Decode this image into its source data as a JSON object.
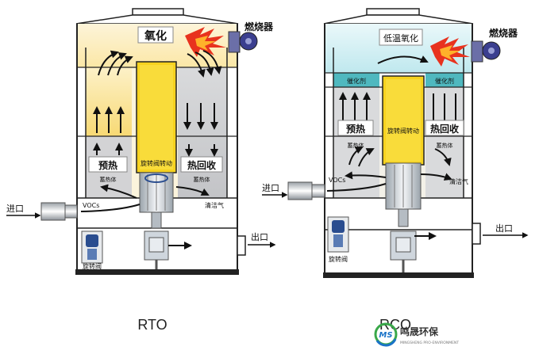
{
  "rto": {
    "caption": "RTO",
    "oxidation": "氧化",
    "burner": "燃烧器",
    "preheat": "预热",
    "heat_recovery": "热回收",
    "rotary_valve_rotation": "旋转阀转动",
    "media_left": "蓄热体",
    "media_right": "蓄热体",
    "vocs": "VOCs",
    "clean_gas": "清洁气",
    "inlet": "进口",
    "outlet": "出口",
    "rotary_valve": "旋转阀"
  },
  "rco": {
    "caption": "RCO",
    "oxidation": "低温氧化",
    "burner": "燃烧器",
    "catalyst_left": "催化剂",
    "catalyst_right": "催化剂",
    "preheat": "预热",
    "heat_recovery": "热回收",
    "rotary_valve_rotation": "旋转阀转动",
    "media_left": "蓄热体",
    "media_right": "蓄热体",
    "vocs": "VOCs",
    "clean_gas": "清洁气",
    "inlet": "进口",
    "outlet": "出口",
    "rotary_valve": "旋转阀"
  },
  "logo": {
    "mark": "MS",
    "cn": "鸣晟环保",
    "en": "MINGSHENG PRO-ENVIRONMENT"
  },
  "colors": {
    "hot_yellow": "#f2c230",
    "warm_yellow": "#fbe79a",
    "cool_gray": "#cfd0d2",
    "catalyst_teal": "#4fb8bf",
    "low_temp_cyan": "#c8ecf0",
    "valve_blue": "#2a4d8f",
    "flame_red": "#e8321e",
    "logo_blue": "#1a73c8",
    "logo_green": "#3aa84a"
  }
}
